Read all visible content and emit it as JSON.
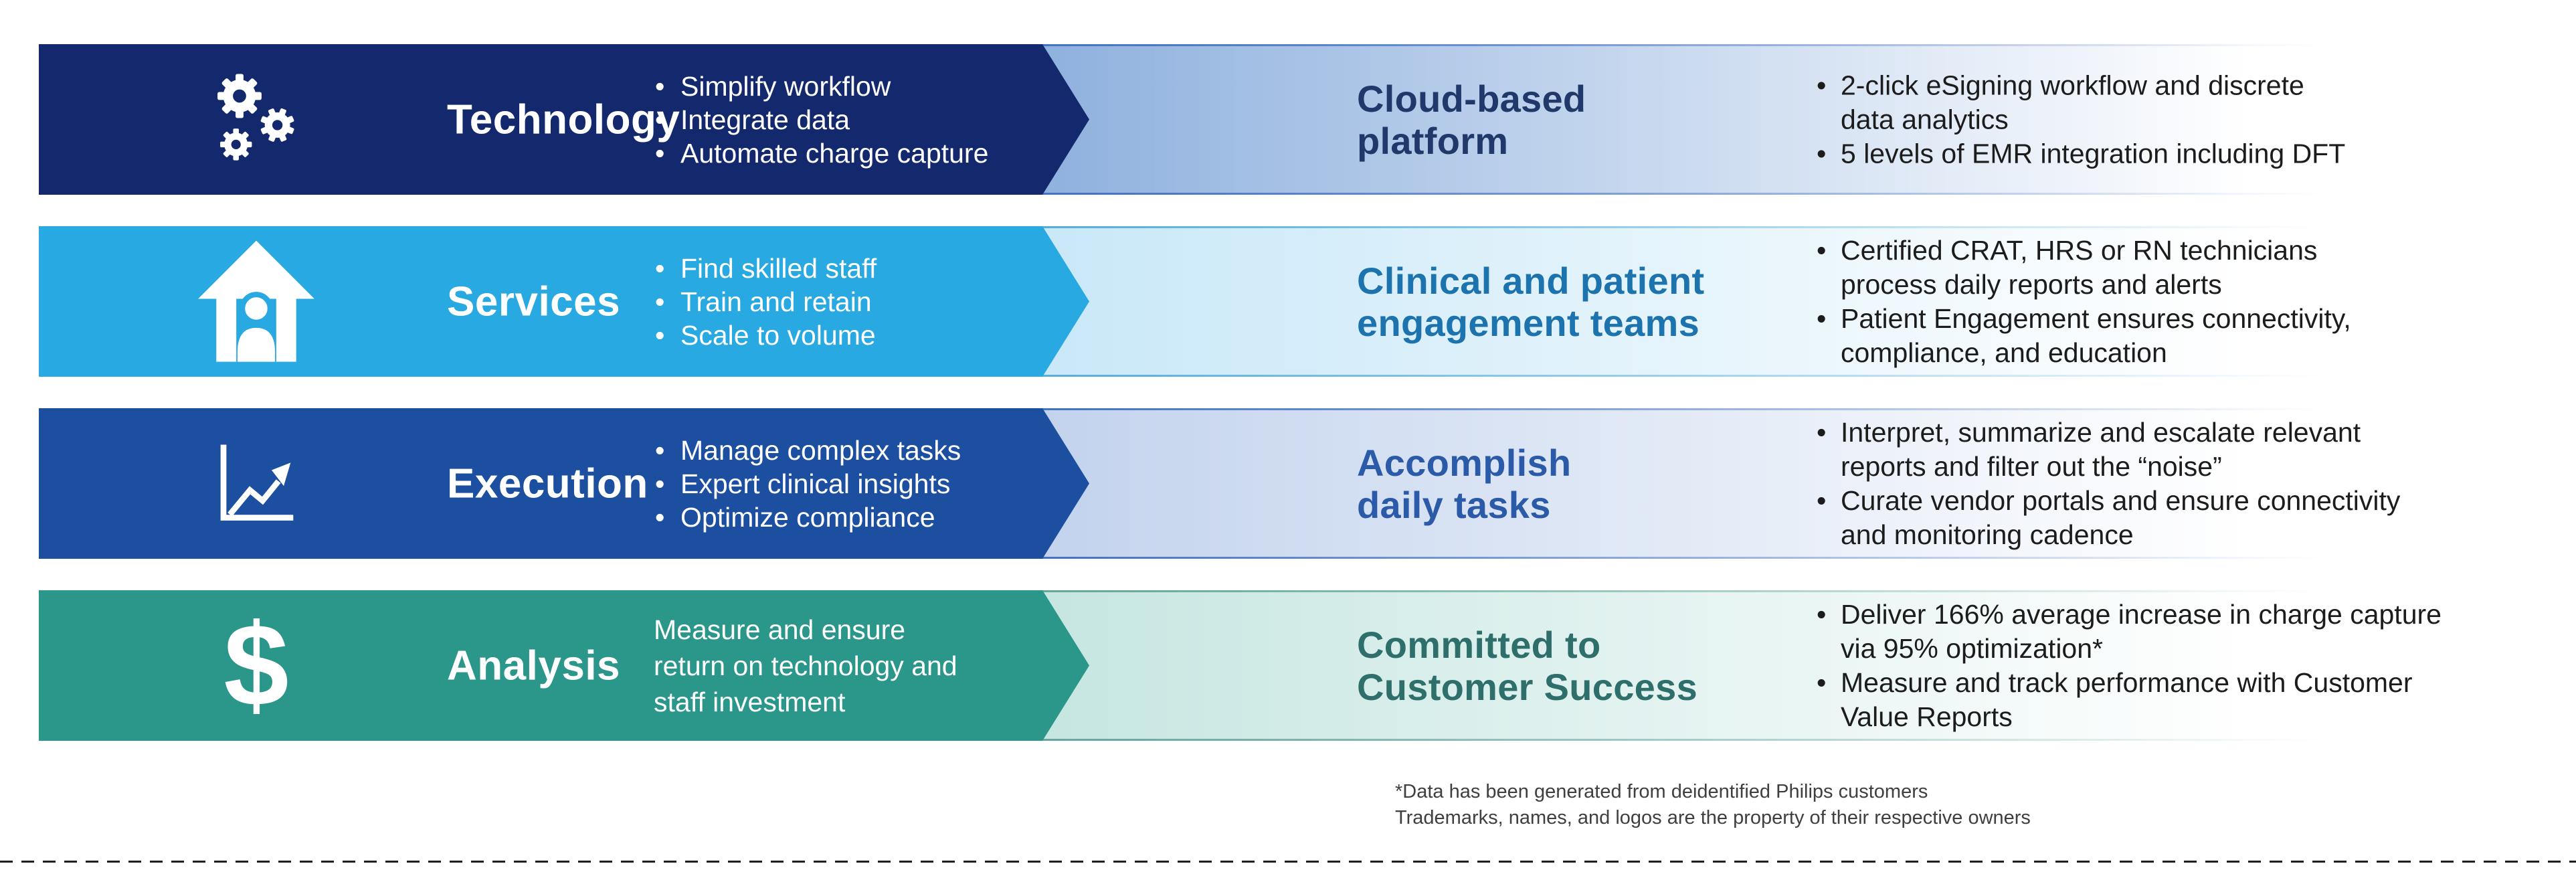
{
  "rows": [
    {
      "title": "Technology",
      "icon": "gears-icon",
      "left_items": [
        "Simplify workflow",
        "Integrate data",
        "Automate charge capture"
      ],
      "headline": "Cloud-based\nplatform",
      "right_items": [
        "2-click eSigning workflow and discrete\ndata analytics",
        "5 levels of EMR integration including DFT"
      ],
      "colors": {
        "bar": "#13286d",
        "panel_from": "#8fb1de",
        "panel_border": "#4472c4",
        "headline": "#21386b"
      }
    },
    {
      "title": "Services",
      "icon": "home-person-icon",
      "left_items": [
        "Find skilled staff",
        "Train and retain",
        "Scale to volume"
      ],
      "headline": "Clinical and patient\nengagement teams",
      "right_items": [
        "Certified CRAT, HRS or RN technicians\nprocess daily reports and alerts",
        "Patient Engagement ensures connectivity,\ncompliance, and education"
      ],
      "colors": {
        "bar": "#29a9e1",
        "panel_from": "#c9e8f8",
        "panel_border": "#56aede",
        "headline": "#1d73ae"
      }
    },
    {
      "title": "Execution",
      "icon": "growth-chart-icon",
      "left_items": [
        "Manage complex tasks",
        "Expert clinical insights",
        "Optimize compliance"
      ],
      "headline": "Accomplish\ndaily tasks",
      "right_items": [
        "Interpret, summarize and escalate relevant\nreports and filter out the “noise”",
        "Curate vendor portals and ensure connectivity\nand monitoring cadence"
      ],
      "colors": {
        "bar": "#1d4fa1",
        "panel_from": "#c3d3ed",
        "panel_border": "#4472c4",
        "headline": "#2b5ba8"
      }
    },
    {
      "title": "Analysis",
      "icon": "dollar-icon",
      "icon_glyph": "$",
      "left_text": "Measure and ensure\nreturn on technology and\nstaff investment",
      "headline": "Committed to\nCustomer Success",
      "right_items": [
        "Deliver 166% average increase in charge capture\nvia 95% optimization*",
        "Measure and track performance with Customer\nValue Reports"
      ],
      "colors": {
        "bar": "#2b968a",
        "panel_from": "#c6e6e1",
        "panel_border": "#64a69e",
        "headline": "#2e6f6c"
      }
    }
  ],
  "footnotes": [
    "*Data has been generated from deidentified Philips customers",
    "Trademarks, names, and logos are the property of their respective owners"
  ]
}
